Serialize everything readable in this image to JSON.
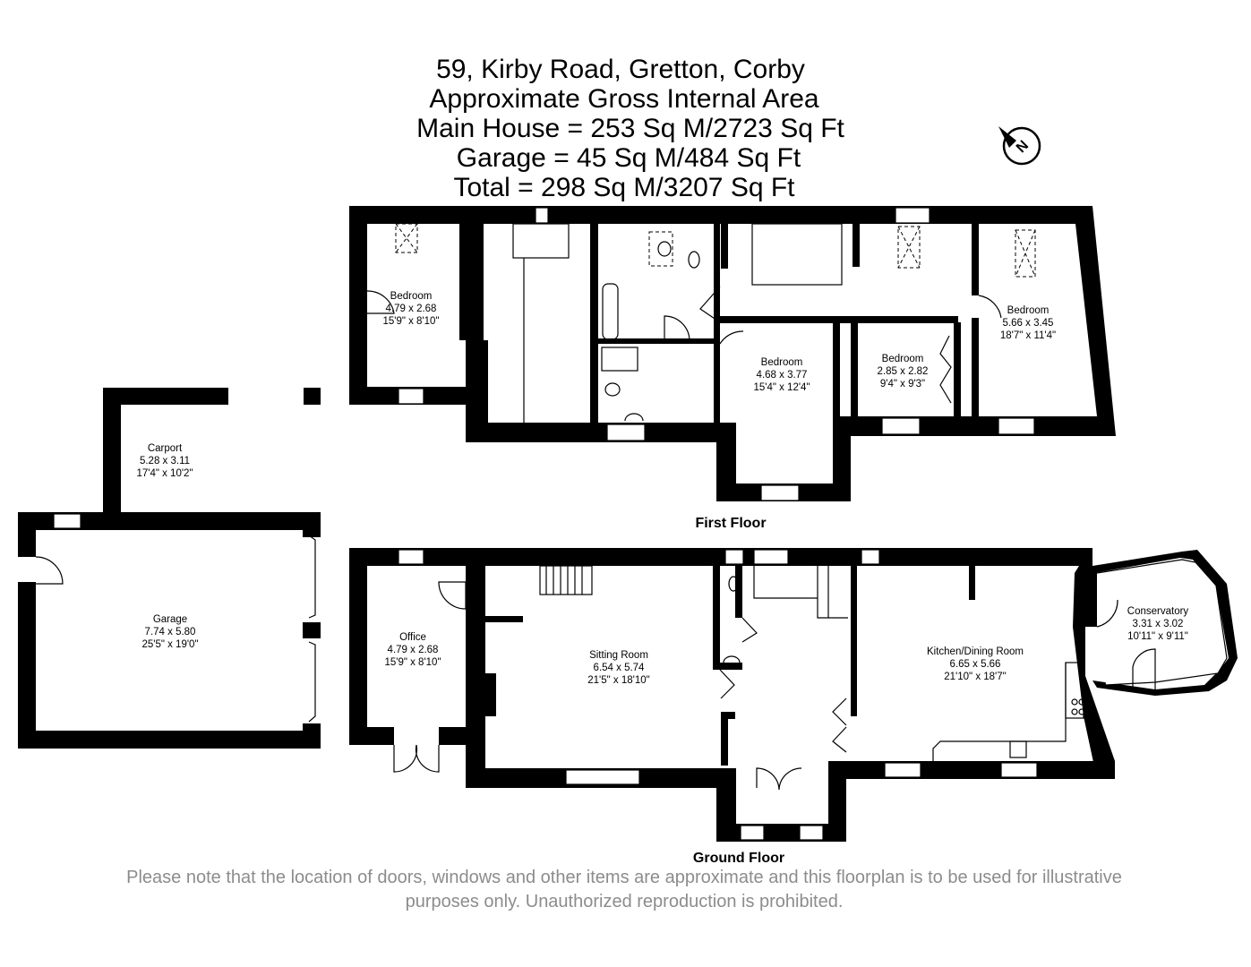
{
  "header": {
    "address": "59, Kirby Road, Gretton, Corby",
    "subtitle": "Approximate Gross Internal Area",
    "main_house": "Main House = 253 Sq M/2723 Sq Ft",
    "garage": "Garage = 45 Sq M/484 Sq Ft",
    "total": "Total = 298 Sq M/3207 Sq Ft"
  },
  "compass": {
    "label": "N",
    "icon": "north-arrow-icon"
  },
  "first_floor": {
    "label": "First Floor",
    "rooms": [
      {
        "name": "Bedroom",
        "metric": "4.79 x 2.68",
        "imperial": "15'9\" x 8'10\""
      },
      {
        "name": "Bedroom",
        "metric": "4.68 x 3.77",
        "imperial": "15'4\" x 12'4\""
      },
      {
        "name": "Bedroom",
        "metric": "2.85 x 2.82",
        "imperial": "9'4\" x 9'3\""
      },
      {
        "name": "Bedroom",
        "metric": "5.66 x 3.45",
        "imperial": "18'7\" x 11'4\""
      }
    ]
  },
  "outbuildings": {
    "rooms": [
      {
        "name": "Carport",
        "metric": "5.28 x 3.11",
        "imperial": "17'4\" x 10'2\""
      },
      {
        "name": "Garage",
        "metric": "7.74 x 5.80",
        "imperial": "25'5\" x 19'0\""
      }
    ]
  },
  "ground_floor": {
    "label": "Ground Floor",
    "rooms": [
      {
        "name": "Office",
        "metric": "4.79 x 2.68",
        "imperial": "15'9\" x 8'10\""
      },
      {
        "name": "Sitting Room",
        "metric": "6.54 x 5.74",
        "imperial": "21'5\" x 18'10\""
      },
      {
        "name": "Kitchen/Dining Room",
        "metric": "6.65 x 5.66",
        "imperial": "21'10\" x 18'7\""
      },
      {
        "name": "Conservatory",
        "metric": "3.31 x 3.02",
        "imperial": "10'11\" x 9'11\""
      }
    ]
  },
  "disclaimer": {
    "line1": "Please note that the location of doors, windows and other items are approximate and this floorplan is to be used for illustrative",
    "line2": "purposes only. Unauthorized reproduction is prohibited."
  }
}
